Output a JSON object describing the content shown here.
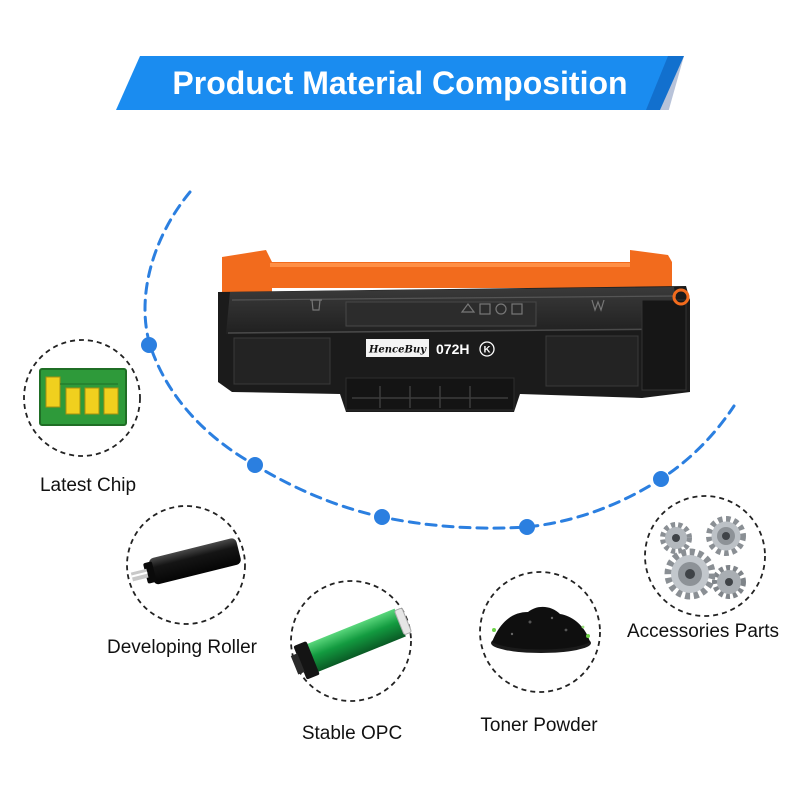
{
  "banner": {
    "title": "Product Material Composition"
  },
  "product": {
    "brand": "HenceBuy",
    "model": "072H",
    "color_code": "K"
  },
  "components": [
    {
      "label": "Latest Chip",
      "icon": "chip-icon"
    },
    {
      "label": "Developing Roller",
      "icon": "developing-roller-icon"
    },
    {
      "label": "Stable OPC",
      "icon": "opc-drum-icon"
    },
    {
      "label": "Toner Powder",
      "icon": "toner-powder-icon"
    },
    {
      "label": "Accessories Parts",
      "icon": "gears-icon"
    }
  ],
  "colors": {
    "banner": "#1a8cf0",
    "arc": "#2b7fe0",
    "accent": "#f26b1d",
    "background": "#ffffff"
  }
}
